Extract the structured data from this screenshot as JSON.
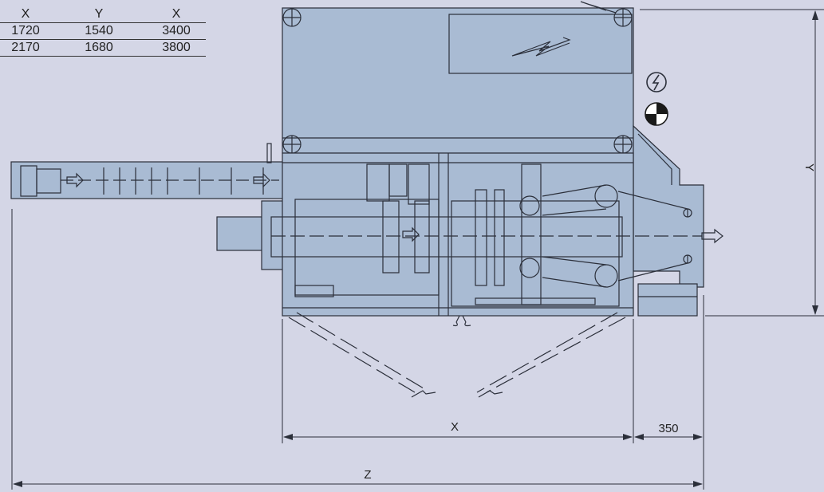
{
  "table": {
    "headers": [
      "X",
      "Y",
      "X"
    ],
    "rows": [
      [
        "1720",
        "1540",
        "3400"
      ],
      [
        "2170",
        "1680",
        "3800"
      ]
    ]
  },
  "dimensions": {
    "x_label": "X",
    "y_label": "Y",
    "z_label": "Z",
    "offset_label": "350"
  },
  "symbols": [
    "electrical-connection-icon",
    "center-of-gravity-icon"
  ],
  "colors": {
    "background": "#d4d6e6",
    "machine_fill": "#a9bbd3",
    "line": "#2b2f3a"
  }
}
